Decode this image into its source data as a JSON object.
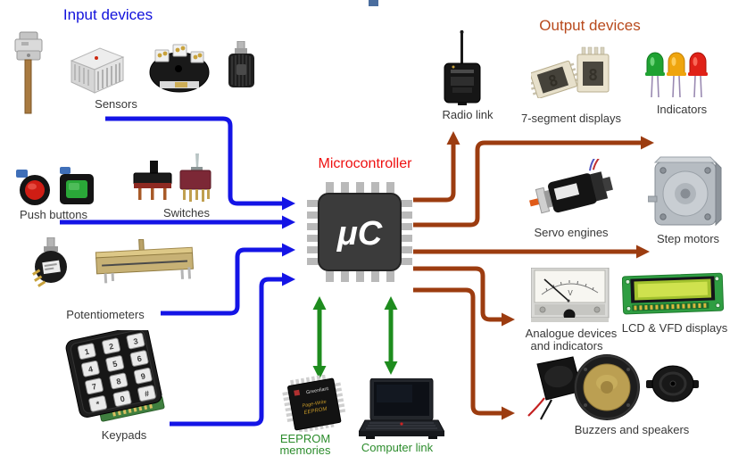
{
  "headers": {
    "input": "Input devices",
    "microcontroller": "Microcontroller",
    "output": "Output devices"
  },
  "palette": {
    "input_title": "#1212dc",
    "microcontroller_title": "#ee1010",
    "output_title": "#b8491c",
    "green_text": "#2c8c2c",
    "device_label": "#383838",
    "arrow_blue": "#1414e6",
    "arrow_brown": "#9c3c10",
    "arrow_green": "#1e8c1e",
    "top_accent": "#4a6d9e"
  },
  "chip": {
    "label": "μC"
  },
  "input_labels": {
    "sensors": "Sensors",
    "push_buttons": "Push buttons",
    "switches": "Switches",
    "potentiometers": "Potentiometers",
    "keypads": "Keypads"
  },
  "output_labels": {
    "radio_link": "Radio link",
    "seven_segment": "7-segment displays",
    "indicators": "Indicators",
    "servo_engines": "Servo engines",
    "step_motors": "Step motors",
    "analogue_line1": "Analogue devices",
    "analogue_line2": "and indicators",
    "lcd_vfd": "LCD & VFD displays",
    "buzzers": "Buzzers and speakers"
  },
  "bottom_labels": {
    "eeprom_line1": "EEPROM",
    "eeprom_line2": "memories",
    "computer_link": "Computer link"
  },
  "keypad": {
    "keys": [
      "1",
      "2",
      "3",
      "4",
      "5",
      "6",
      "7",
      "8",
      "9",
      "*",
      "0",
      "#"
    ]
  },
  "eeprom_chip": {
    "brand": "Greenliant",
    "line1": "Page-Write",
    "line2": "EEPROM"
  },
  "seven_segment": {
    "digit": "8"
  },
  "meter": {
    "unit": "V"
  }
}
